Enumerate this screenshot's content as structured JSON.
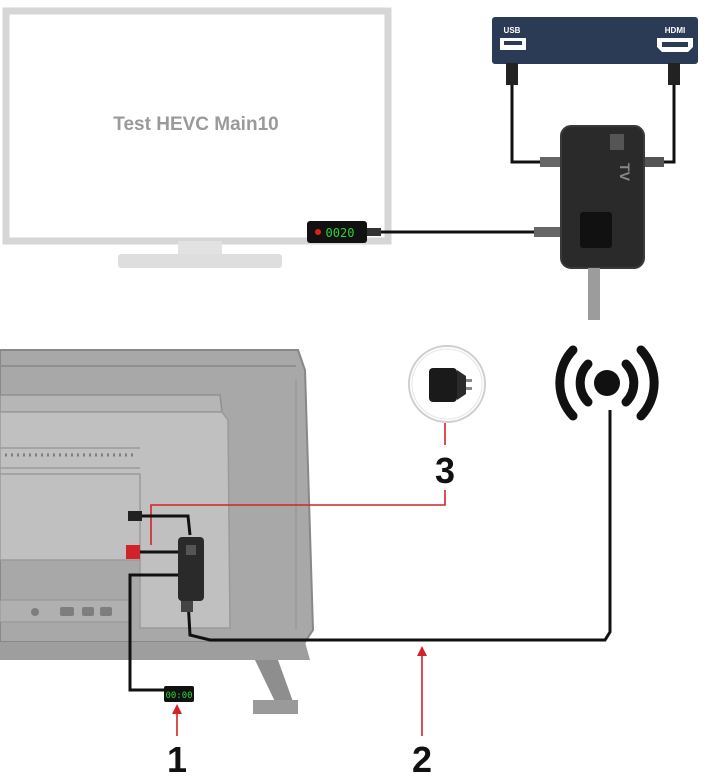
{
  "tv_screen": {
    "text": "Test HEVC Main10"
  },
  "hdmi_panel": {
    "usb_label": "USB",
    "hdmi_label": "HDMI"
  },
  "decoder_box": {
    "brand_text": "TV"
  },
  "ir_display_top": {
    "text": "0020"
  },
  "ir_display_bottom": {
    "text": "00:00"
  },
  "callouts": {
    "one": "1",
    "two": "2",
    "three": "3"
  },
  "colors": {
    "tv_frame": "#d3d3d3",
    "panel_navy": "#2c3b55",
    "display_green": "#2bd33b",
    "callout_red": "#d2232a",
    "cable_black": "#111111"
  },
  "icons": {
    "antenna": "wireless-antenna-icon",
    "charger": "power-charger-icon"
  }
}
